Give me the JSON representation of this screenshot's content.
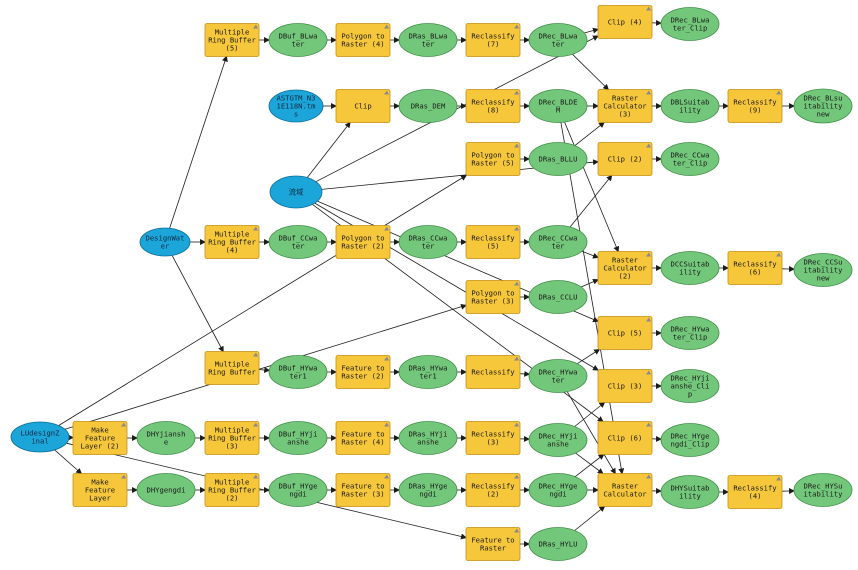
{
  "palette": {
    "data_node": "#73c77a",
    "data_node_stroke": "#3f8f46",
    "tool_node": "#f6c73b",
    "tool_node_stroke": "#c58e10",
    "input_node": "#1ba5d8",
    "input_node_stroke": "#0c6d96",
    "edge": "#1c1c1c",
    "background": "#ffffff"
  },
  "nodes": [
    {
      "id": "LUdesign",
      "type": "input",
      "lines": [
        "LUdesignZ",
        "inal"
      ]
    },
    {
      "id": "DesignWater",
      "type": "input",
      "lines": [
        "DesignWat",
        "er"
      ]
    },
    {
      "id": "ASTGTM",
      "type": "input",
      "lines": [
        "ASTGTM_N3",
        "1E118N.tm",
        "s"
      ]
    },
    {
      "id": "LiuYu",
      "type": "input",
      "lines": [
        "流域"
      ]
    },
    {
      "id": "MRB5",
      "type": "tool",
      "lines": [
        "Multiple",
        "Ring Buffer",
        "(5)"
      ]
    },
    {
      "id": "MRB4",
      "type": "tool",
      "lines": [
        "Multiple",
        "Ring Buffer",
        "(4)"
      ]
    },
    {
      "id": "MRB",
      "type": "tool",
      "lines": [
        "Multiple",
        "Ring Buffer"
      ]
    },
    {
      "id": "MRB3",
      "type": "tool",
      "lines": [
        "Multiple",
        "Ring Buffer",
        "(3)"
      ]
    },
    {
      "id": "MRB2",
      "type": "tool",
      "lines": [
        "Multiple",
        "Ring Buffer",
        "(2)"
      ]
    },
    {
      "id": "MFL2",
      "type": "tool",
      "lines": [
        "Make",
        "Feature",
        "Layer (2)"
      ]
    },
    {
      "id": "MFL",
      "type": "tool",
      "lines": [
        "Make",
        "Feature",
        "Layer"
      ]
    },
    {
      "id": "PtR4",
      "type": "tool",
      "lines": [
        "Polygon to",
        "Raster (4)"
      ]
    },
    {
      "id": "ClipDEM",
      "type": "tool",
      "lines": [
        "Clip"
      ]
    },
    {
      "id": "PtR5",
      "type": "tool",
      "lines": [
        "Polygon to",
        "Raster (5)"
      ]
    },
    {
      "id": "PtR2",
      "type": "tool",
      "lines": [
        "Polygon to",
        "Raster (2)"
      ]
    },
    {
      "id": "PtR3",
      "type": "tool",
      "lines": [
        "Polygon to",
        "Raster (3)"
      ]
    },
    {
      "id": "FtR2",
      "type": "tool",
      "lines": [
        "Feature to",
        "Raster (2)"
      ]
    },
    {
      "id": "FtR4",
      "type": "tool",
      "lines": [
        "Feature to",
        "Raster (4)"
      ]
    },
    {
      "id": "FtR3",
      "type": "tool",
      "lines": [
        "Feature to",
        "Raster (3)"
      ]
    },
    {
      "id": "FtR",
      "type": "tool",
      "lines": [
        "Feature to",
        "Raster"
      ]
    },
    {
      "id": "Recl7",
      "type": "tool",
      "lines": [
        "Reclassify",
        "(7)"
      ]
    },
    {
      "id": "Recl8",
      "type": "tool",
      "lines": [
        "Reclassify",
        "(8)"
      ]
    },
    {
      "id": "Recl5",
      "type": "tool",
      "lines": [
        "Reclassify",
        "(5)"
      ]
    },
    {
      "id": "Recl",
      "type": "tool",
      "lines": [
        "Reclassify"
      ]
    },
    {
      "id": "Recl3",
      "type": "tool",
      "lines": [
        "Reclassify",
        "(3)"
      ]
    },
    {
      "id": "Recl2",
      "type": "tool",
      "lines": [
        "Reclassify",
        "(2)"
      ]
    },
    {
      "id": "Clip4",
      "type": "tool",
      "lines": [
        "Clip (4)"
      ]
    },
    {
      "id": "Clip2",
      "type": "tool",
      "lines": [
        "Clip (2)"
      ]
    },
    {
      "id": "Clip5",
      "type": "tool",
      "lines": [
        "Clip (5)"
      ]
    },
    {
      "id": "Clip3",
      "type": "tool",
      "lines": [
        "Clip (3)"
      ]
    },
    {
      "id": "Clip6",
      "type": "tool",
      "lines": [
        "Clip (6)"
      ]
    },
    {
      "id": "RC3",
      "type": "tool",
      "lines": [
        "Raster",
        "Calculator",
        "(3)"
      ]
    },
    {
      "id": "RC2",
      "type": "tool",
      "lines": [
        "Raster",
        "Calculator",
        "(2)"
      ]
    },
    {
      "id": "RC",
      "type": "tool",
      "lines": [
        "Raster",
        "Calculator"
      ]
    },
    {
      "id": "Recl9",
      "type": "tool",
      "lines": [
        "Reclassify",
        "(9)"
      ]
    },
    {
      "id": "Recl6",
      "type": "tool",
      "lines": [
        "Reclassify",
        "(6)"
      ]
    },
    {
      "id": "Recl4",
      "type": "tool",
      "lines": [
        "Reclassify",
        "(4)"
      ]
    },
    {
      "id": "DBuf_BLwater",
      "type": "data",
      "lines": [
        "DBuf_BLwa",
        "ter"
      ]
    },
    {
      "id": "DBuf_CCwater",
      "type": "data",
      "lines": [
        "DBuf_CCwa",
        "ter"
      ]
    },
    {
      "id": "DBuf_HYwater1",
      "type": "data",
      "lines": [
        "DBuf_HYwa",
        "ter1"
      ]
    },
    {
      "id": "DBuf_HYjianshe",
      "type": "data",
      "lines": [
        "DBuf_HYji",
        "anshe"
      ]
    },
    {
      "id": "DBuf_HYgengdi",
      "type": "data",
      "lines": [
        "DBuf_HYge",
        "ngdi"
      ]
    },
    {
      "id": "DHYjianshe",
      "type": "data",
      "lines": [
        "DHYjiansh",
        "e"
      ]
    },
    {
      "id": "DHYgengdi",
      "type": "data",
      "lines": [
        "DHYgengdi"
      ]
    },
    {
      "id": "DRas_BLwater",
      "type": "data",
      "lines": [
        "DRas_BLwa",
        "ter"
      ]
    },
    {
      "id": "DRas_DEM",
      "type": "data",
      "lines": [
        "DRas_DEM"
      ]
    },
    {
      "id": "DRas_BLLU",
      "type": "data",
      "lines": [
        "DRas_BLLU"
      ]
    },
    {
      "id": "DRas_CCwater",
      "type": "data",
      "lines": [
        "DRas_CCwa",
        "ter"
      ]
    },
    {
      "id": "DRas_CCLU",
      "type": "data",
      "lines": [
        "DRas_CCLU"
      ]
    },
    {
      "id": "DRas_HYwater1",
      "type": "data",
      "lines": [
        "DRas_HYwa",
        "ter1"
      ]
    },
    {
      "id": "DRas_HYjianshe",
      "type": "data",
      "lines": [
        "DRas_HYji",
        "anshe"
      ]
    },
    {
      "id": "DRas_HYgengdi",
      "type": "data",
      "lines": [
        "DRas_HYge",
        "ngdi"
      ]
    },
    {
      "id": "DRas_HYLU",
      "type": "data",
      "lines": [
        "DRas_HYLU"
      ]
    },
    {
      "id": "DRec_BLwater",
      "type": "data",
      "lines": [
        "DRec_BLwa",
        "ter"
      ]
    },
    {
      "id": "DRec_BLDEM",
      "type": "data",
      "lines": [
        "DRec_BLDE",
        "M"
      ]
    },
    {
      "id": "DRec_CCwater",
      "type": "data",
      "lines": [
        "DRec_CCwa",
        "ter"
      ]
    },
    {
      "id": "DRec_HYwater",
      "type": "data",
      "lines": [
        "DRec_HYwa",
        "ter"
      ]
    },
    {
      "id": "DRec_HYjianshe",
      "type": "data",
      "lines": [
        "DRec_HYji",
        "anshe"
      ]
    },
    {
      "id": "DRec_HYgengdi",
      "type": "data",
      "lines": [
        "DRec_HYge",
        "ngdi"
      ]
    },
    {
      "id": "DRec_BLwater_Clip",
      "type": "data",
      "lines": [
        "DRec_BLwa",
        "ter_Clip"
      ]
    },
    {
      "id": "DRec_CCwater_Clip",
      "type": "data",
      "lines": [
        "DRec_CCwa",
        "ter_Clip"
      ]
    },
    {
      "id": "DRec_HYwater_Clip",
      "type": "data",
      "lines": [
        "DRec_HYwa",
        "ter_Clip"
      ]
    },
    {
      "id": "DRec_HYjianshe_Clip",
      "type": "data",
      "lines": [
        "DRec_HYji",
        "anshe_Cli",
        "p"
      ]
    },
    {
      "id": "DRec_HYgengdi_Clip",
      "type": "data",
      "lines": [
        "DRec_HYge",
        "ngdi_Clip"
      ]
    },
    {
      "id": "DBLSuitability",
      "type": "data",
      "lines": [
        "DBLSuitab",
        "ility"
      ]
    },
    {
      "id": "DCCSuitability",
      "type": "data",
      "lines": [
        "DCCSuitab",
        "ility"
      ]
    },
    {
      "id": "DHYSuitability",
      "type": "data",
      "lines": [
        "DHYSuitab",
        "ility"
      ]
    },
    {
      "id": "DRec_BLsuitability",
      "type": "data",
      "lines": [
        "DRec_BLsu",
        "itability",
        "new"
      ]
    },
    {
      "id": "DRec_CCsuitability",
      "type": "data",
      "lines": [
        "DRec_CCSu",
        "itability",
        "new"
      ]
    },
    {
      "id": "DRec_HYSuitability",
      "type": "data",
      "lines": [
        "DRec_HYSu",
        "itability"
      ]
    }
  ],
  "edges": [
    [
      "DesignWater",
      "MRB5"
    ],
    [
      "DesignWater",
      "MRB4"
    ],
    [
      "DesignWater",
      "MRB"
    ],
    [
      "MRB5",
      "DBuf_BLwater"
    ],
    [
      "MRB4",
      "DBuf_CCwater"
    ],
    [
      "MRB",
      "DBuf_HYwater1"
    ],
    [
      "LUdesign",
      "MFL2"
    ],
    [
      "LUdesign",
      "MFL"
    ],
    [
      "LUdesign",
      "PtR5"
    ],
    [
      "LUdesign",
      "PtR3"
    ],
    [
      "LUdesign",
      "FtR"
    ],
    [
      "MFL2",
      "DHYjianshe"
    ],
    [
      "MFL",
      "DHYgengdi"
    ],
    [
      "DHYjianshe",
      "MRB3"
    ],
    [
      "DHYgengdi",
      "MRB2"
    ],
    [
      "MRB3",
      "DBuf_HYjianshe"
    ],
    [
      "MRB2",
      "DBuf_HYgengdi"
    ],
    [
      "DBuf_BLwater",
      "PtR4"
    ],
    [
      "DBuf_CCwater",
      "PtR2"
    ],
    [
      "DBuf_HYwater1",
      "FtR2"
    ],
    [
      "DBuf_HYjianshe",
      "FtR4"
    ],
    [
      "DBuf_HYgengdi",
      "FtR3"
    ],
    [
      "ASTGTM",
      "ClipDEM"
    ],
    [
      "LiuYu",
      "ClipDEM"
    ],
    [
      "LiuYu",
      "Clip4"
    ],
    [
      "LiuYu",
      "Clip2"
    ],
    [
      "LiuYu",
      "Clip5"
    ],
    [
      "LiuYu",
      "Clip3"
    ],
    [
      "LiuYu",
      "Clip6"
    ],
    [
      "PtR4",
      "DRas_BLwater"
    ],
    [
      "ClipDEM",
      "DRas_DEM"
    ],
    [
      "PtR5",
      "DRas_BLLU"
    ],
    [
      "PtR2",
      "DRas_CCwater"
    ],
    [
      "PtR3",
      "DRas_CCLU"
    ],
    [
      "FtR2",
      "DRas_HYwater1"
    ],
    [
      "FtR4",
      "DRas_HYjianshe"
    ],
    [
      "FtR3",
      "DRas_HYgengdi"
    ],
    [
      "FtR",
      "DRas_HYLU"
    ],
    [
      "DRas_BLwater",
      "Recl7"
    ],
    [
      "DRas_DEM",
      "Recl8"
    ],
    [
      "DRas_CCwater",
      "Recl5"
    ],
    [
      "DRas_HYwater1",
      "Recl"
    ],
    [
      "DRas_HYjianshe",
      "Recl3"
    ],
    [
      "DRas_HYgengdi",
      "Recl2"
    ],
    [
      "Recl7",
      "DRec_BLwater"
    ],
    [
      "Recl8",
      "DRec_BLDEM"
    ],
    [
      "Recl5",
      "DRec_CCwater"
    ],
    [
      "Recl",
      "DRec_HYwater"
    ],
    [
      "Recl3",
      "DRec_HYjianshe"
    ],
    [
      "Recl2",
      "DRec_HYgengdi"
    ],
    [
      "DRec_BLwater",
      "Clip4"
    ],
    [
      "DRec_CCwater",
      "Clip2"
    ],
    [
      "DRec_HYwater",
      "Clip5"
    ],
    [
      "DRec_HYjianshe",
      "Clip3"
    ],
    [
      "DRec_HYgengdi",
      "Clip6"
    ],
    [
      "Clip4",
      "DRec_BLwater_Clip"
    ],
    [
      "Clip2",
      "DRec_CCwater_Clip"
    ],
    [
      "Clip5",
      "DRec_HYwater_Clip"
    ],
    [
      "Clip3",
      "DRec_HYjianshe_Clip"
    ],
    [
      "Clip6",
      "DRec_HYgengdi_Clip"
    ],
    [
      "DRec_BLwater",
      "RC3"
    ],
    [
      "DRec_BLDEM",
      "RC3"
    ],
    [
      "DRas_BLLU",
      "RC3"
    ],
    [
      "DRec_CCwater",
      "RC2"
    ],
    [
      "DRec_BLDEM",
      "RC2"
    ],
    [
      "DRas_CCLU",
      "RC2"
    ],
    [
      "DRec_HYwater",
      "RC"
    ],
    [
      "DRec_HYjianshe",
      "RC"
    ],
    [
      "DRec_HYgengdi",
      "RC"
    ],
    [
      "DRas_HYLU",
      "RC"
    ],
    [
      "DRec_BLDEM",
      "RC"
    ],
    [
      "RC3",
      "DBLSuitability"
    ],
    [
      "RC2",
      "DCCSuitability"
    ],
    [
      "RC",
      "DHYSuitability"
    ],
    [
      "DBLSuitability",
      "Recl9"
    ],
    [
      "DCCSuitability",
      "Recl6"
    ],
    [
      "DHYSuitability",
      "Recl4"
    ],
    [
      "Recl9",
      "DRec_BLsuitability"
    ],
    [
      "Recl6",
      "DRec_CCsuitability"
    ],
    [
      "Recl4",
      "DRec_HYSuitability"
    ]
  ]
}
